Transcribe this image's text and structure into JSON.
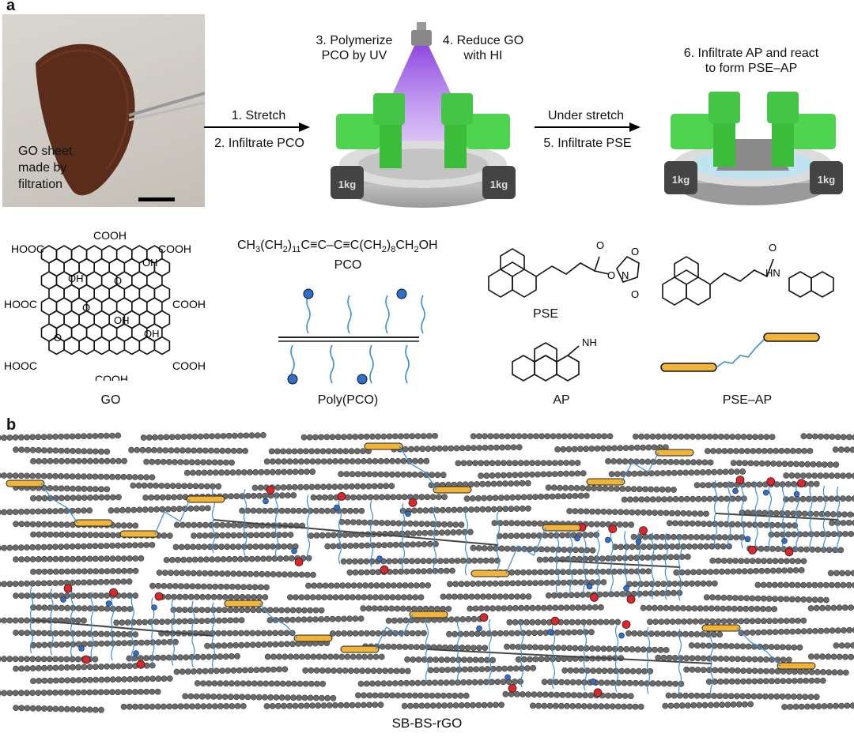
{
  "panel_a": {
    "letter": "a",
    "photo_caption": [
      "GO sheet",
      "made by",
      "filtration"
    ],
    "arrow1": {
      "top": "1. Stretch",
      "bottom": "2. Infiltrate PCO"
    },
    "step3": [
      "3. Polymerize",
      "PCO by UV"
    ],
    "step4": [
      "4. Reduce GO",
      "with HI"
    ],
    "arrow2": {
      "top": "Under stretch",
      "bottom": "5. Infiltrate PSE"
    },
    "step6": [
      "6. Infiltrate AP and react",
      "to form PSE–AP"
    ],
    "weight_label": "1kg",
    "chem_labels": {
      "go": "GO",
      "pco": "PCO",
      "poly": "Poly(PCO)",
      "pse": "PSE",
      "ap": "AP",
      "pse_ap": "PSE–AP"
    },
    "go_groups": {
      "cooh": "COOH",
      "hooc": "HOOC",
      "oh": "OH",
      "o": "O"
    },
    "pse_atoms": {
      "o": "O",
      "n": "N"
    },
    "ap_amine": "NH",
    "pse_ap_amide": "HN"
  },
  "panel_b": {
    "letter": "b",
    "caption": "SB-BS-rGO"
  },
  "colors": {
    "graphene": "#6b6b6b",
    "crosslinker": "#3a8fd6",
    "pyrene_bar": "#f0b43a",
    "red_node": "#e0262b",
    "blue_node": "#2e6fd1",
    "green_clamp": "#4fd44f",
    "uv_purple": "#9b4fe6"
  }
}
